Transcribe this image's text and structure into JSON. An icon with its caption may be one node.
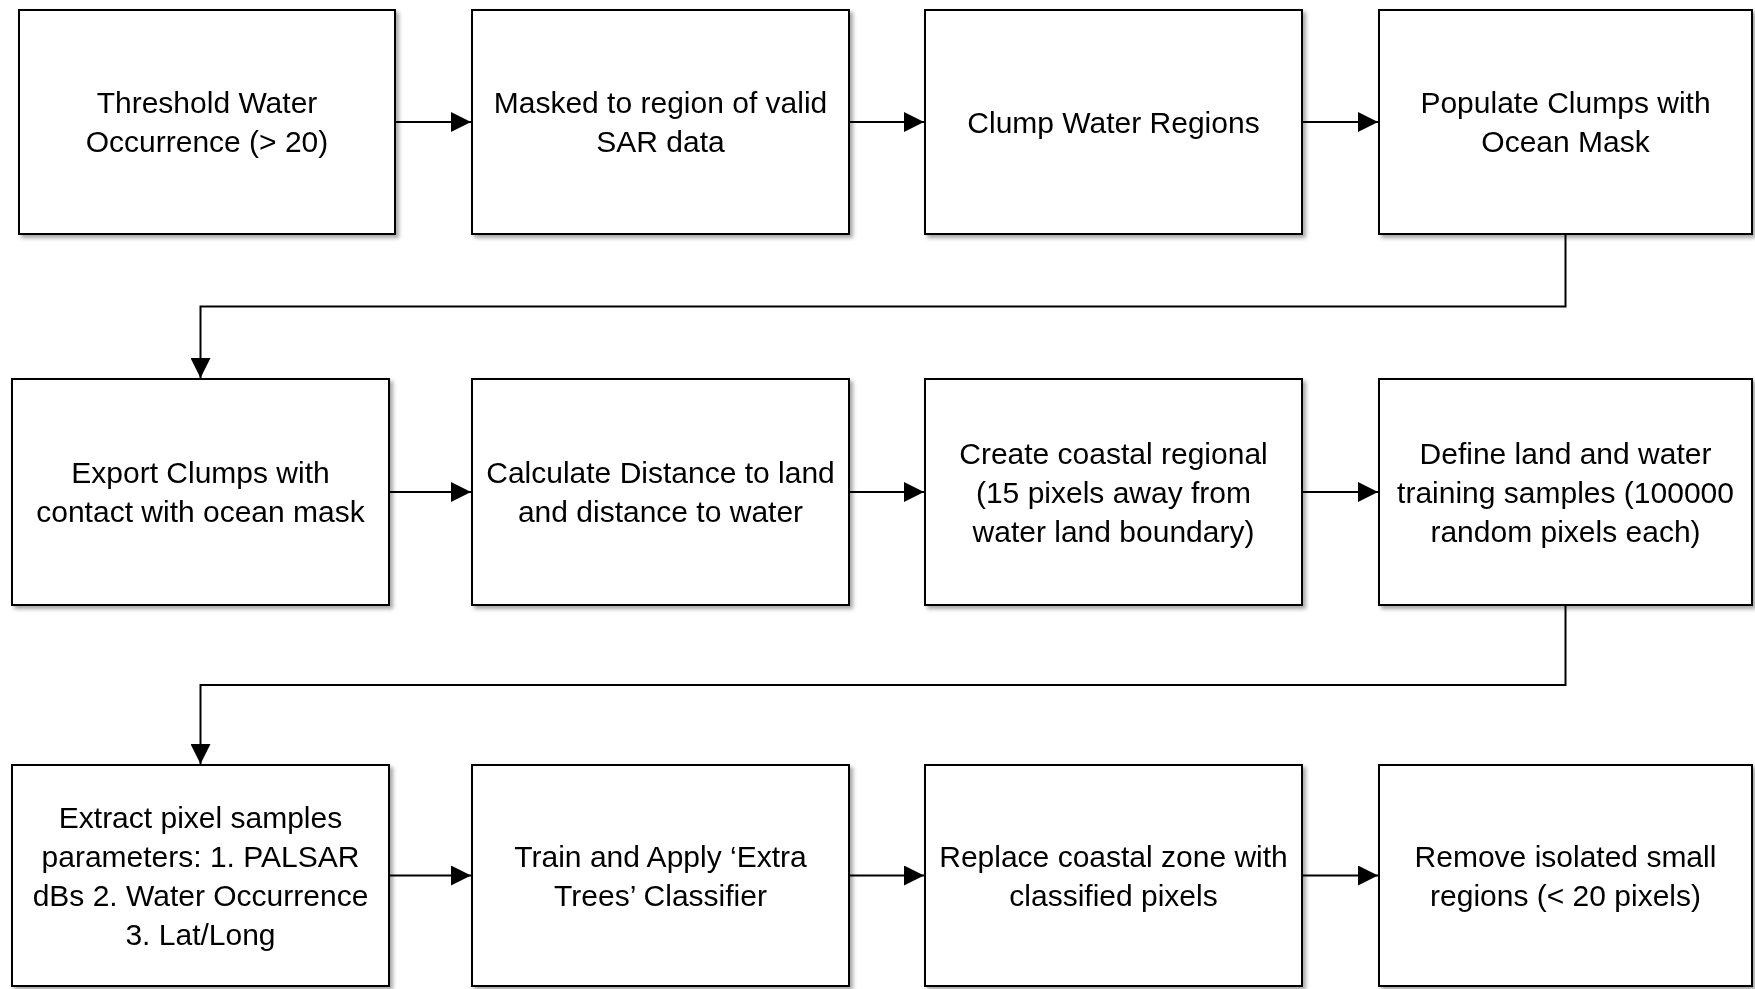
{
  "diagram": {
    "nodes": [
      {
        "text": [
          "Threshold Water Occurrence (> 20)"
        ]
      },
      {
        "text": [
          "Masked to region of valid SAR data"
        ]
      },
      {
        "text": [
          "Clump Water Regions"
        ]
      },
      {
        "text": [
          "Populate Clumps with Ocean Mask"
        ]
      },
      {
        "text": [
          "Export Clumps with contact with ocean mask"
        ]
      },
      {
        "text": [
          "Calculate Distance to land and distance to water"
        ]
      },
      {
        "text": [
          "Create coastal regional (15 pixels away from water land boundary)"
        ]
      },
      {
        "text": [
          "Define land and water training samples (100000 random pixels each)"
        ]
      },
      {
        "text": [
          "Extract pixel samples parameters: 1. PALSAR dBs 2. Water Occurrence 3. Lat/Long"
        ]
      },
      {
        "text": [
          "Train and Apply ‘Extra Trees’ Classifier"
        ]
      },
      {
        "text": [
          "Replace coastal zone with classified pixels"
        ]
      },
      {
        "text": [
          "Remove isolated small regions (< 20 pixels)"
        ]
      }
    ],
    "edges": [
      {
        "from": 0,
        "to": 1,
        "arrow": "to"
      },
      {
        "from": 1,
        "to": 2,
        "arrow": "to"
      },
      {
        "from": 2,
        "to": 3,
        "arrow": "to"
      },
      {
        "from": 3,
        "to": 4,
        "arrow": "to"
      },
      {
        "from": 4,
        "to": 5,
        "arrow": "to"
      },
      {
        "from": 5,
        "to": 6,
        "arrow": "to"
      },
      {
        "from": 6,
        "to": 7,
        "arrow": "to"
      },
      {
        "from": 7,
        "to": 8,
        "arrow": "to"
      },
      {
        "from": 8,
        "to": 9,
        "arrow": "to"
      },
      {
        "from": 9,
        "to": 10,
        "arrow": "to"
      },
      {
        "from": 10,
        "to": 11,
        "arrow": "to"
      }
    ]
  }
}
